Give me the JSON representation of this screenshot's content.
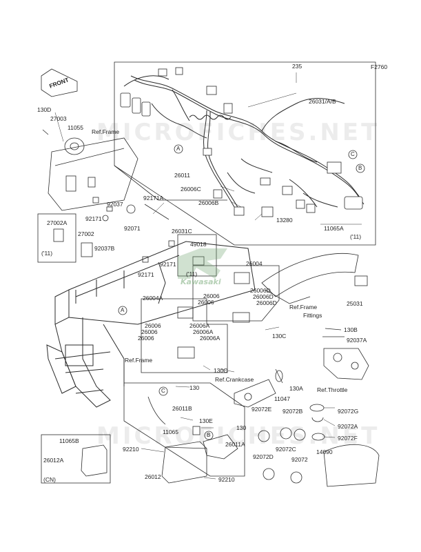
{
  "figure_code": "F2760",
  "front_label": "FRONT",
  "watermark": "MICROFICHES.NET",
  "logo_text": "Kawasaki",
  "callout_letters": [
    "A",
    "B",
    "C"
  ],
  "parts": {
    "p235": "235",
    "p26031": "26031/A/B",
    "p130d": "130D",
    "p27003": "27003",
    "p11055": "11055",
    "ref_frame_1": "Ref.Frame",
    "p26011": "26011",
    "p26006c": "26006C",
    "p26006b": "26006B",
    "p13280": "13280",
    "p11065a": "11065A",
    "p11_a": "('11)",
    "p92171a": "92171A",
    "p92037": "92037",
    "p92171_1": "92171",
    "p92071": "92071",
    "p27002a": "27002A",
    "p11_b": "('11)",
    "p27002": "27002",
    "p92037b": "92037B",
    "p26031c": "26031C",
    "p49018": "49018",
    "p11_c": "('11)",
    "p92171_2": "92171",
    "p92171_3": "92171",
    "p26004": "26004",
    "p26006d_1": "26006D",
    "p26006_1": "26006",
    "p26006d_2": "26006D",
    "p26006_2": "26006",
    "p26006d_3": "26006D",
    "ref_frame_fittings_1": "Ref.Frame",
    "ref_frame_fittings_2": "Fittings",
    "p25031": "25031",
    "p26004a": "26004A",
    "p26006_3": "26006",
    "p26006a_1": "26006A",
    "p26006_4": "26006",
    "p26006a_2": "26006A",
    "p26006_5": "26006",
    "p26006a_3": "26006A",
    "p130c_1": "130C",
    "p130b": "130B",
    "p92037a": "92037A",
    "ref_frame_2": "Ref.Frame",
    "p130c_2": "130C",
    "ref_throttle": "Ref.Throttle",
    "ref_crankcase": "Ref.Crankcase",
    "p130a": "130A",
    "p11047": "11047",
    "p130_1": "130",
    "p26011b": "26011B",
    "p130e": "130E",
    "p130_2": "130",
    "p11065": "11065",
    "p92072e": "92072E",
    "p92072b": "92072B",
    "p92072g": "92072G",
    "p92072a": "92072A",
    "p92072c": "92072C",
    "p92072f": "92072F",
    "p11065b": "11065B",
    "p92210_1": "92210",
    "p26011a": "26011A",
    "p14090": "14090",
    "p26012a": "26012A",
    "p92072d": "92072D",
    "p92072": "92072",
    "p26012": "26012",
    "p92210_2": "92210",
    "p_cn": "(CN)"
  }
}
